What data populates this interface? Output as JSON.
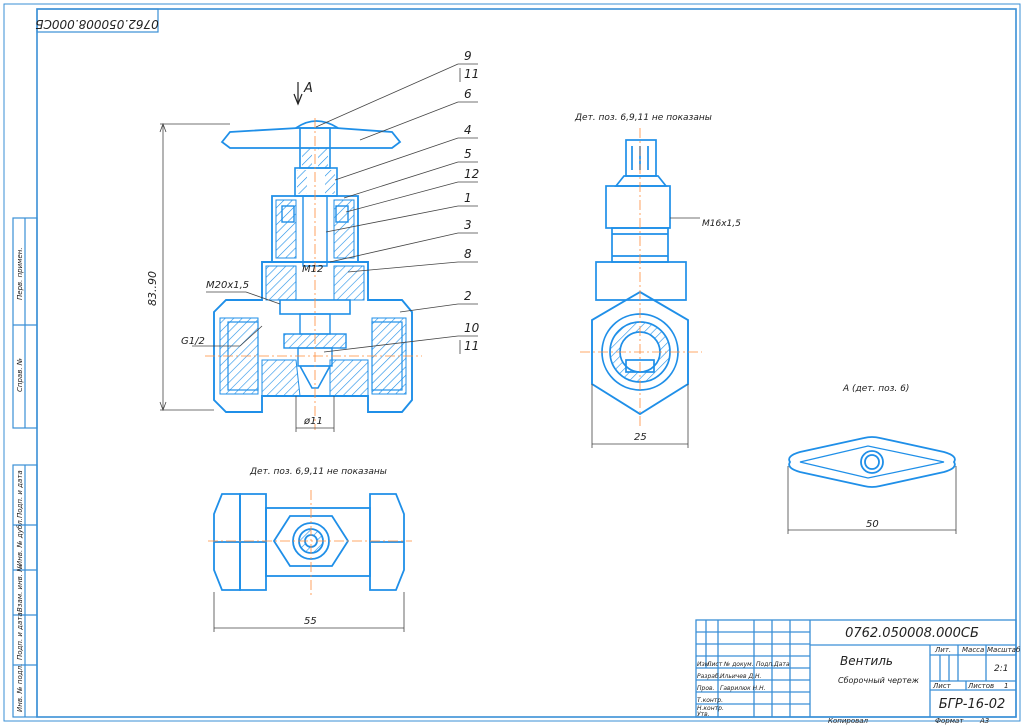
{
  "colors": {
    "frame": "#3a8fd6",
    "part": "#1f8fe8",
    "line": "#555555",
    "hatch": "#1f8fe8"
  },
  "corner_stamp": "0762.050008.000СБ",
  "view_label": "А",
  "leaders": [
    "9",
    "11",
    "6",
    "4",
    "5",
    "12",
    "1",
    "3",
    "8",
    "2",
    "10",
    "11"
  ],
  "dims": {
    "height": "83..90",
    "thread_body": "М20х1,5",
    "thread_stem": "М12",
    "pipe": "G1/2",
    "dia": "ø11",
    "side_thread": "М16х1,5",
    "side_width": "25",
    "top_width": "55",
    "handle_width": "50"
  },
  "notes": {
    "side_note": "Дет. поз. 6,9,11 не показаны",
    "top_note": "Дет. поз. 6,9,11 не показаны",
    "handle_view": "А (дет. поз. 6)"
  },
  "side_stamp": [
    "Подп. и дата",
    "Взам. инв. №",
    "Инв. № дубл.",
    "Подп. и дата",
    "Инв. № подл.",
    "Справ. №",
    "Перв. примен."
  ],
  "title_block": {
    "code": "0762.050008.000СБ",
    "name": "Вентиль",
    "subtitle": "Сборочный чертеж",
    "lit": "Лит.",
    "mass": "Масса",
    "scale_label": "Масштаб",
    "scale": "2:1",
    "sheet": "Лист",
    "sheets": "Листов",
    "sheets_count": "1",
    "org": "БГР-16-02",
    "headers": [
      "Изм.",
      "Лист",
      "№ докум.",
      "Подп.",
      "Дата"
    ],
    "rows": [
      {
        "role": "Разраб.",
        "name": "Ильичев Д.Н."
      },
      {
        "role": "Пров.",
        "name": "Гаврилюк Н.Н."
      },
      {
        "role": "Т.контр.",
        "name": ""
      },
      {
        "role": "Н.контр.",
        "name": ""
      },
      {
        "role": "Утв.",
        "name": ""
      }
    ],
    "copied": "Копировал",
    "format": "Формат",
    "format_value": "А3"
  }
}
